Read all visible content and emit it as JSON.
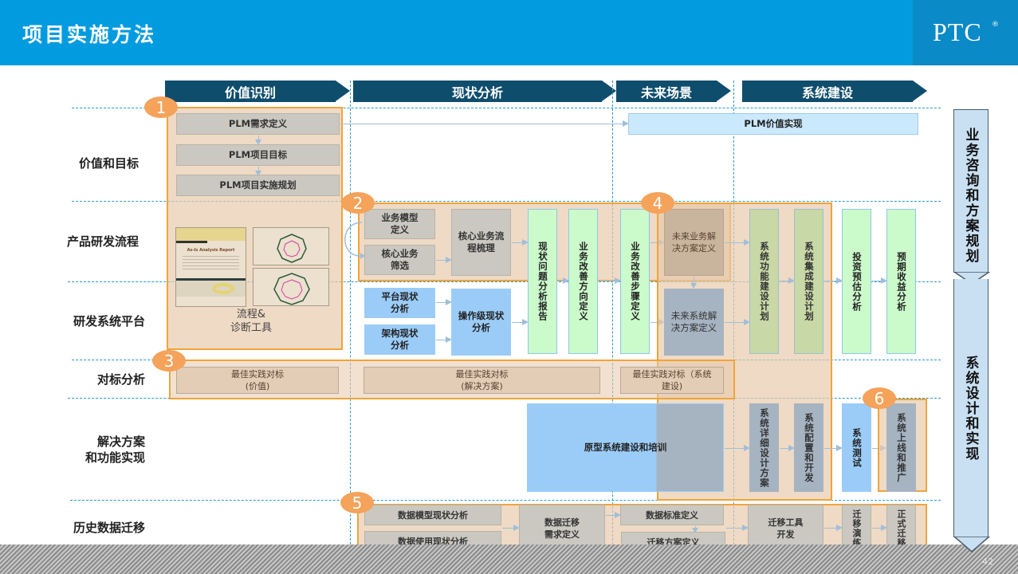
{
  "header": {
    "title": "项目实施方法",
    "logo": "PTC",
    "logo_mark": "®"
  },
  "phases": [
    "价值识别",
    "现状分析",
    "未来场景",
    "系统建设"
  ],
  "rows": [
    "价值和目标",
    "产品研发流程",
    "研发系统平台",
    "对标分析",
    "解决方案\n和功能实现",
    "历史数据迁移"
  ],
  "badges": [
    "1",
    "2",
    "3",
    "4",
    "5",
    "6"
  ],
  "value": {
    "items": [
      "PLM需求定义",
      "PLM项目目标",
      "PLM项目实施规划"
    ],
    "realization": "PLM价值实现",
    "tools_label_1": "流程&",
    "tools_label_2": "诊断工具",
    "thumb_report_title": "As-Is Analysis Report"
  },
  "process": {
    "model_def": "业务模型\n定义",
    "core_select": "核心业务\n筛选",
    "core_flow": "核心业务流\n程梳理",
    "report": "现状问题分析报告",
    "direction": "业务改善方向定义",
    "steps": "业务改善步骤定义",
    "future_biz": "未来业务解\n决方案定义",
    "future_sys": "未来系统解\n决方案定义",
    "func_plan": "系统功能建设计划",
    "integ_plan": "系统集成建设计划",
    "invest": "投资预估分析",
    "benefit": "预期收益分析"
  },
  "platform": {
    "platform_status": "平台现状\n分析",
    "arch_status": "架构现状\n分析",
    "ops_status": "操作级现状\n分析"
  },
  "benchmark": [
    "最佳实践对标\n(价值)",
    "最佳实践对标\n(解决方案)",
    "最佳实践对标（系统\n建设)"
  ],
  "solution": {
    "prototype": "原型系统建设和培训",
    "detail_design": "系统详细设计方案",
    "config_dev": "系统配置和开发",
    "test": "系统测试",
    "rollout": "系统上线和推广"
  },
  "migration": {
    "model_status": "数据模型现状分析",
    "usage_status": "数据使用现状分析",
    "req_def": "数据迁移\n需求定义",
    "std_def": "数据标准定义",
    "plan_def": "迁移方案定义",
    "tool_dev": "迁移工具\n开发",
    "rehearsal": "迁移演练",
    "formal": "正式迁移"
  },
  "side": [
    "业务咨询和方案规划",
    "系统设计和实现"
  ],
  "page_number": "42",
  "colors": {
    "header": "#039be0",
    "phase": "#0f4d6d",
    "zone": "#f0a43a",
    "badge": "#f5a25a",
    "box_blue": "#9bccf8",
    "box_green": "#cbfacb"
  }
}
